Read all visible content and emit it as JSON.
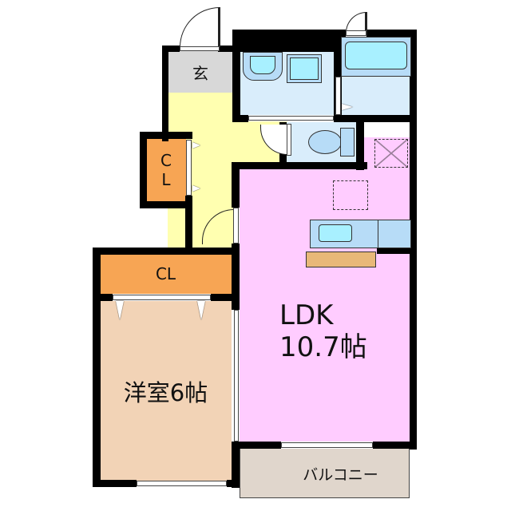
{
  "rooms": {
    "genkan": {
      "label": "玄",
      "color": "#d8d8d8"
    },
    "hall": {
      "label": "",
      "color": "#ffffb0"
    },
    "closet_small": {
      "label_line1": "C",
      "label_line2": "L",
      "color": "#f7a554"
    },
    "closet_large": {
      "label": "CL",
      "color": "#f7a554"
    },
    "western_room": {
      "label": "洋室6帖",
      "color": "#f2d3b6"
    },
    "ldk": {
      "label_line1": "LDK",
      "label_line2": "10.7帖",
      "color": "#ffccff"
    },
    "balcony": {
      "label": "バルコニー",
      "color": "#e0d6cc"
    },
    "washroom": {
      "label": "",
      "color": "#d9edfb"
    },
    "bathroom": {
      "label": "",
      "color": "#d9edfb"
    },
    "toilet": {
      "label": "",
      "color": "#d9edfb"
    }
  },
  "colors": {
    "wall": "#000000",
    "fixture_blue": "#b7dcf7",
    "fixture_cyan": "#a8f0ff",
    "counter": "#e8b878"
  }
}
